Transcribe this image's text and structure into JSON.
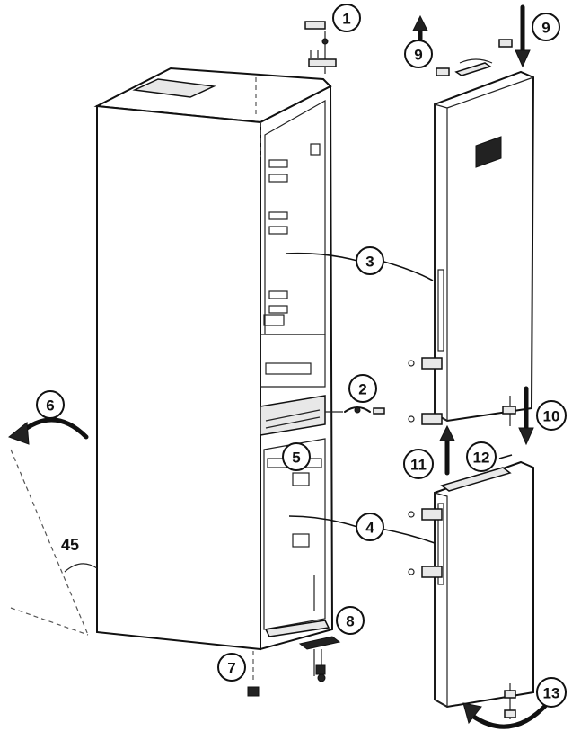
{
  "callouts": {
    "c1": "1",
    "c2": "2",
    "c3": "3",
    "c4": "4",
    "c5": "5",
    "c6": "6",
    "c7": "7",
    "c8": "8",
    "c9a": "9",
    "c9b": "9",
    "c10": "10",
    "c11": "11",
    "c12": "12",
    "c13": "13"
  },
  "angle_label": "45"
}
